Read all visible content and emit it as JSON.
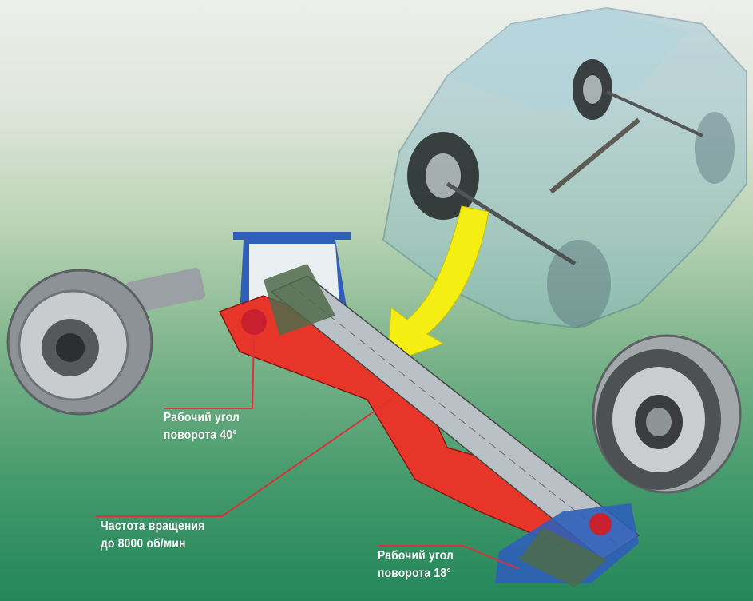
{
  "labels": {
    "angle_inner": {
      "line1": "Рабочий угол",
      "line2": "поворота 40°"
    },
    "rotation_speed": {
      "line1": "Частота вращения",
      "line2": "до 8000 об/мин"
    },
    "angle_outer": {
      "line1": "Рабочий угол",
      "line2": "поворота 18°"
    }
  },
  "colors": {
    "boot": "#e8352a",
    "shaft": "#b9c0c6",
    "bracket": "#2f5fb8",
    "arrow": "#f4ee12",
    "leader": "#d8333a",
    "car": "#7fb3c4"
  },
  "icons": [
    "cv-joint-outer-photo",
    "cv-joint-inner-photo",
    "car-xray-illustration",
    "yellow-arrow",
    "driveshaft-cutaway"
  ]
}
